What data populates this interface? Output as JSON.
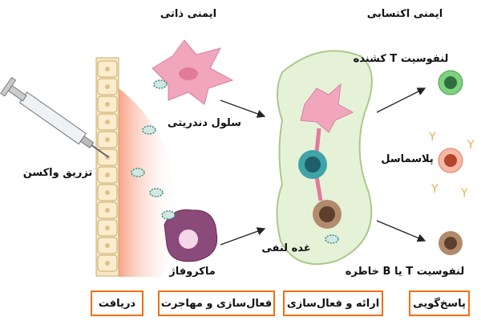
{
  "headers": {
    "innate": "ایمنی ذاتی",
    "adaptive": "ایمنی اکتسابی"
  },
  "labels": {
    "vaccine_injection": "تزریق واکسن",
    "dendritic_cell": "سلول دندریتی",
    "macrophage": "ماکروفاژ",
    "lymph_node": "غده لنفی",
    "killer_t": "لنفوسیت T کشنده",
    "plasma_cell": "پلاسماسل",
    "memory_cell": "لنفوسیت T یا B خاطره"
  },
  "stages": [
    "دریافت",
    "فعال‌سازی و مهاجرت",
    "ارائه و فعال‌سازی",
    "پاسخ‌گویی"
  ],
  "colors": {
    "stage_border": "#f07010",
    "node_fill": "#e6f2d8",
    "dendritic": "#f2a6be",
    "macrophage": "#8a4a7a"
  }
}
